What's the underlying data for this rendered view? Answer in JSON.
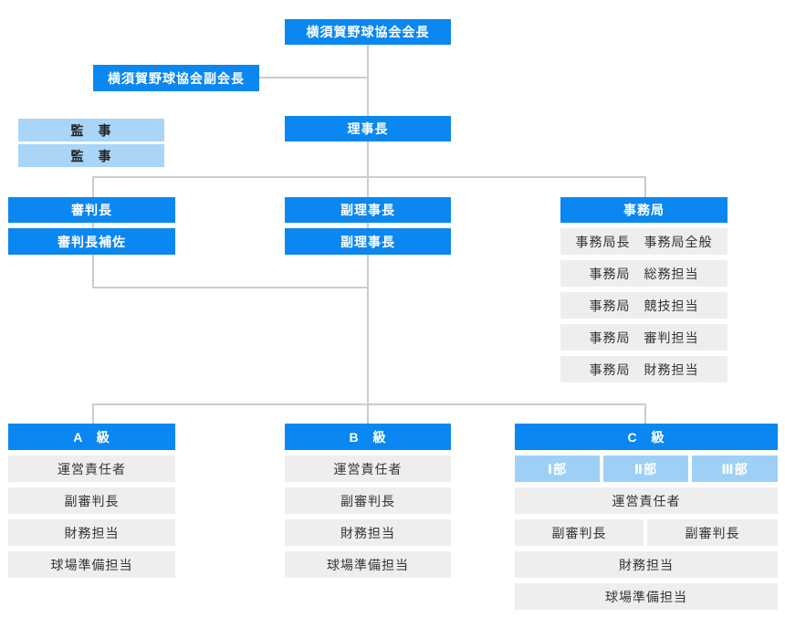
{
  "colors": {
    "blue": "#0a87f0",
    "auditor_blue": "#a8d5f8",
    "division_blue": "#9ed0f6",
    "gray": "#eeeeee",
    "line": "#cccccc",
    "text_dark": "#333333"
  },
  "org": {
    "president": "横須賀野球協会会長",
    "vice_president": "横須賀野球協会副会長",
    "auditors": [
      "監　事",
      "監　事"
    ],
    "chairman": "理事長",
    "umpire": {
      "chief": "審判長",
      "assistant": "審判長補佐"
    },
    "vice_chairmen": [
      "副理事長",
      "副理事長"
    ],
    "secretariat": {
      "header": "事務局",
      "rows": [
        "事務局長　事務局全般",
        "事務局　総務担当",
        "事務局　競技担当",
        "事務局　審判担当",
        "事務局　財務担当"
      ]
    },
    "class_a": {
      "header": "A　級",
      "rows": [
        "運営責任者",
        "副審判長",
        "財務担当",
        "球場準備担当"
      ]
    },
    "class_b": {
      "header": "B　級",
      "rows": [
        "運営責任者",
        "副審判長",
        "財務担当",
        "球場準備担当"
      ]
    },
    "class_c": {
      "header": "C　級",
      "divisions": [
        "Ⅰ部",
        "Ⅱ部",
        "Ⅲ部"
      ],
      "manager": "運営責任者",
      "vice_umpires": [
        "副審判長",
        "副審判長"
      ],
      "finance": "財務担当",
      "ground_prep": "球場準備担当"
    }
  }
}
